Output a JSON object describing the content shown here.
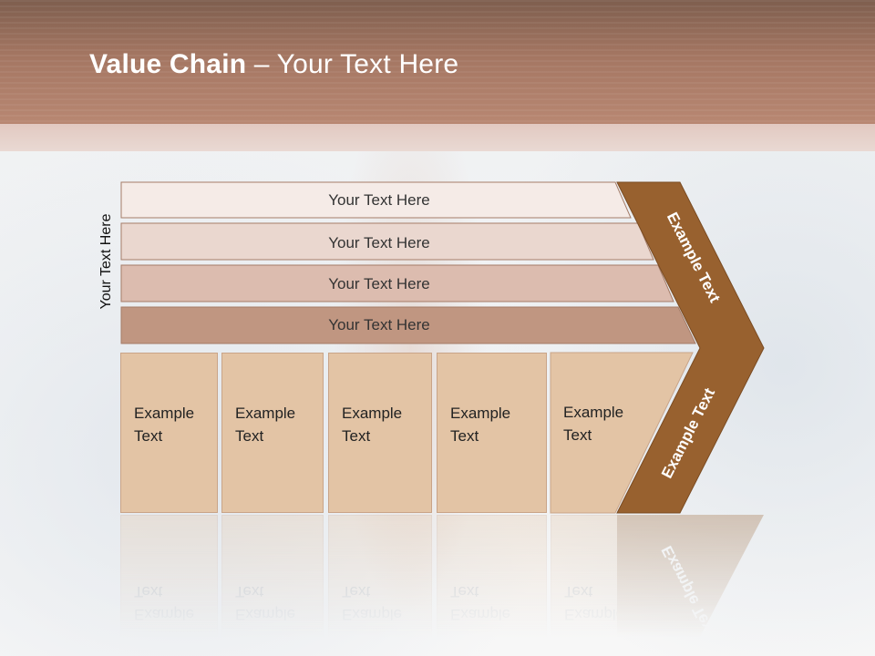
{
  "slide": {
    "title_bold": "Value Chain",
    "title_rest": " – Your Text Here",
    "side_label": "Your Text Here"
  },
  "bands": [
    {
      "label": "Your Text Here",
      "color": "#f5ebe7"
    },
    {
      "label": "Your Text Here",
      "color": "#ead7cf"
    },
    {
      "label": "Your Text Here",
      "color": "#dcbcaf"
    },
    {
      "label": "Your Text Here",
      "color": "#c09681"
    }
  ],
  "boxes": [
    {
      "label": "Example Text"
    },
    {
      "label": "Example Text"
    },
    {
      "label": "Example Text"
    },
    {
      "label": "Example Text"
    },
    {
      "label": "Example Text"
    }
  ],
  "chevron": {
    "upper_label": "Example Text",
    "lower_label": "Example Text",
    "color": "#98612f"
  },
  "colors": {
    "title_bar": "#a47662",
    "box_fill": "#e3c4a5"
  }
}
